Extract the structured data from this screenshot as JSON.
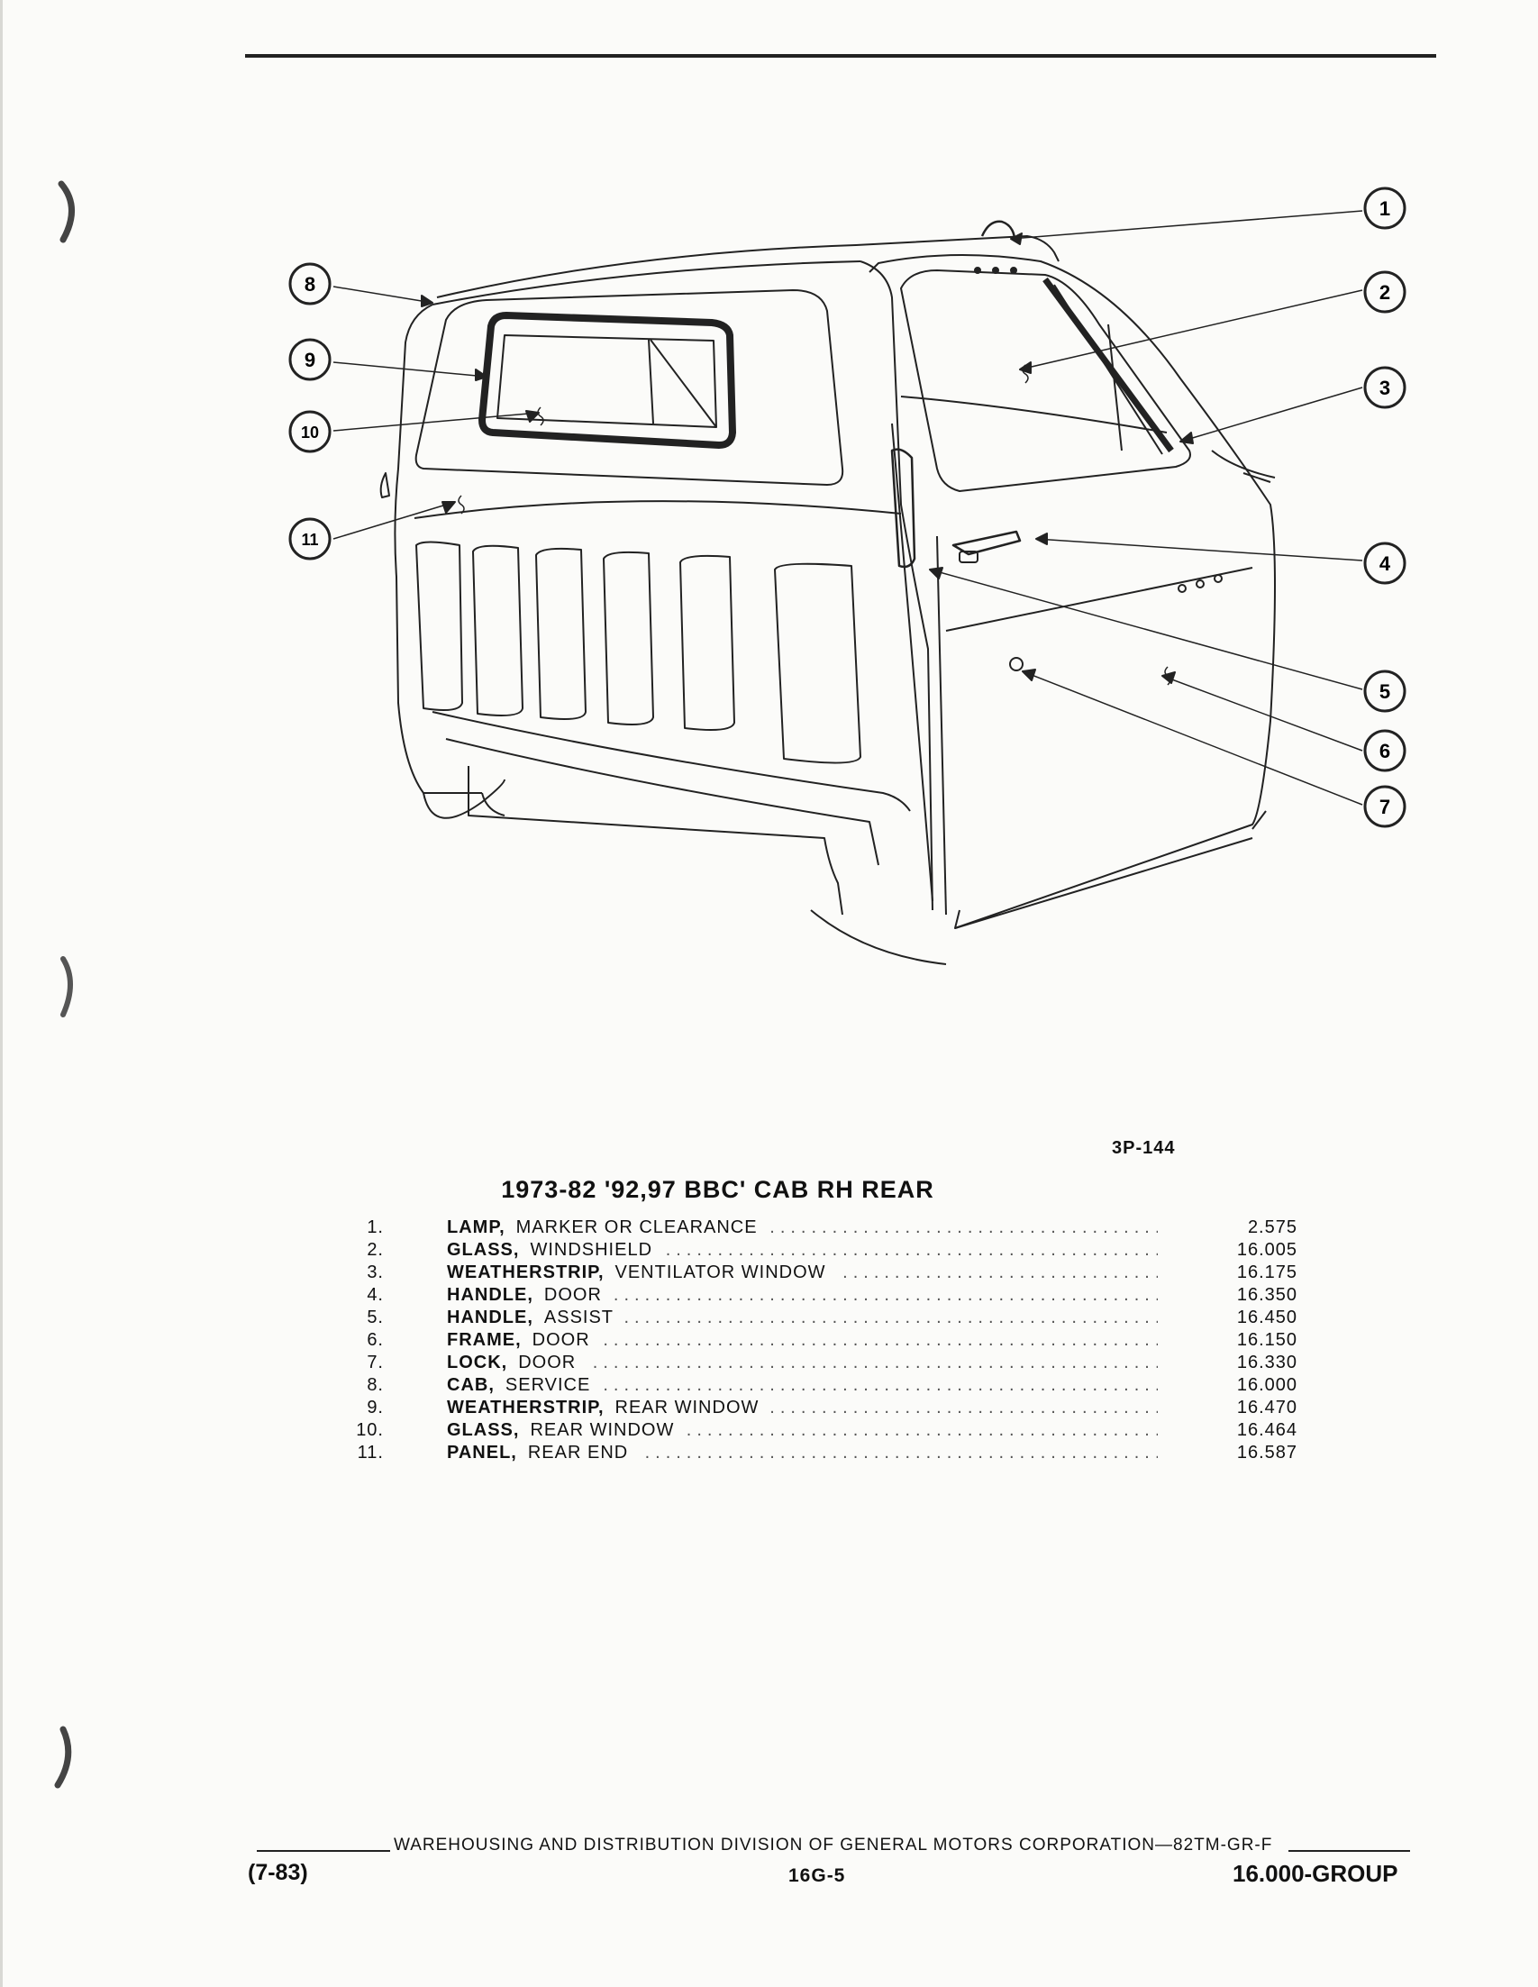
{
  "figure": {
    "id": "3P-144",
    "callouts": [
      "1",
      "2",
      "3",
      "4",
      "5",
      "6",
      "7",
      "8",
      "9",
      "10",
      "11"
    ]
  },
  "caption": "1973-82 '92,97 BBC' CAB RH REAR",
  "parts": [
    {
      "num": "1.",
      "name": "LAMP,",
      "desc": "MARKER OR CLEARANCE",
      "ref": "2.575"
    },
    {
      "num": "2.",
      "name": "GLASS,",
      "desc": "WINDSHIELD",
      "ref": "16.005"
    },
    {
      "num": "3.",
      "name": "WEATHERSTRIP,",
      "desc": "VENTILATOR WINDOW",
      "ref": "16.175"
    },
    {
      "num": "4.",
      "name": "HANDLE,",
      "desc": "DOOR",
      "ref": "16.350"
    },
    {
      "num": "5.",
      "name": "HANDLE,",
      "desc": "ASSIST",
      "ref": "16.450"
    },
    {
      "num": "6.",
      "name": "FRAME,",
      "desc": "DOOR",
      "ref": "16.150"
    },
    {
      "num": "7.",
      "name": "LOCK,",
      "desc": "DOOR",
      "ref": "16.330"
    },
    {
      "num": "8.",
      "name": "CAB,",
      "desc": "SERVICE",
      "ref": "16.000"
    },
    {
      "num": "9.",
      "name": "WEATHERSTRIP,",
      "desc": "REAR WINDOW",
      "ref": "16.470"
    },
    {
      "num": "10.",
      "name": "GLASS,",
      "desc": "REAR WINDOW",
      "ref": "16.464"
    },
    {
      "num": "11.",
      "name": "PANEL,",
      "desc": "REAR END",
      "ref": "16.587"
    }
  ],
  "footer": {
    "publisher": "WAREHOUSING AND DISTRIBUTION DIVISION OF GENERAL MOTORS CORPORATION—82TM-GR-F",
    "date": "(7-83)",
    "page": "16G-5",
    "group": "16.000-GROUP"
  }
}
